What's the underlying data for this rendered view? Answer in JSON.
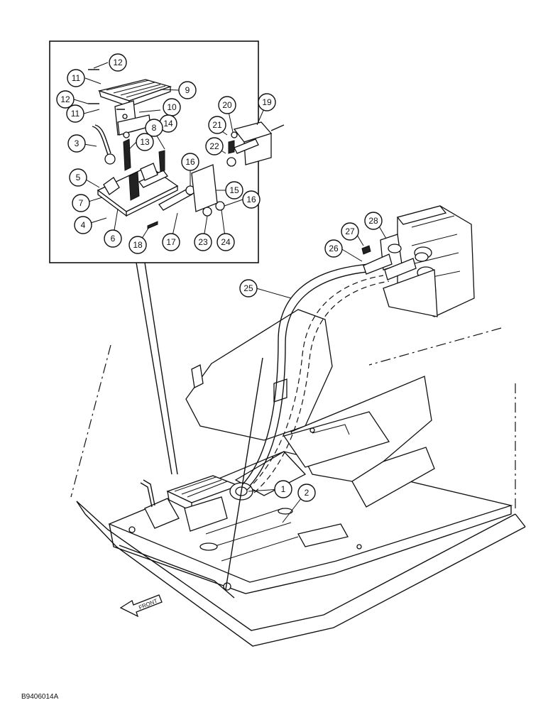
{
  "figure_code": "B9406014A",
  "front_label": "FRONT",
  "callouts": {
    "c1": "1",
    "c2": "2",
    "c3": "3",
    "c4": "4",
    "c5": "5",
    "c6": "6",
    "c7": "7",
    "c8": "8",
    "c9": "9",
    "c10": "10",
    "c11a": "11",
    "c11b": "11",
    "c12a": "12",
    "c12b": "12",
    "c13": "13",
    "c14": "14",
    "c15": "15",
    "c16a": "16",
    "c16b": "16",
    "c17": "17",
    "c18": "18",
    "c19": "19",
    "c20": "20",
    "c21": "21",
    "c22": "22",
    "c23": "23",
    "c24": "24",
    "c25": "25",
    "c26": "26",
    "c27": "27",
    "c28": "28"
  }
}
